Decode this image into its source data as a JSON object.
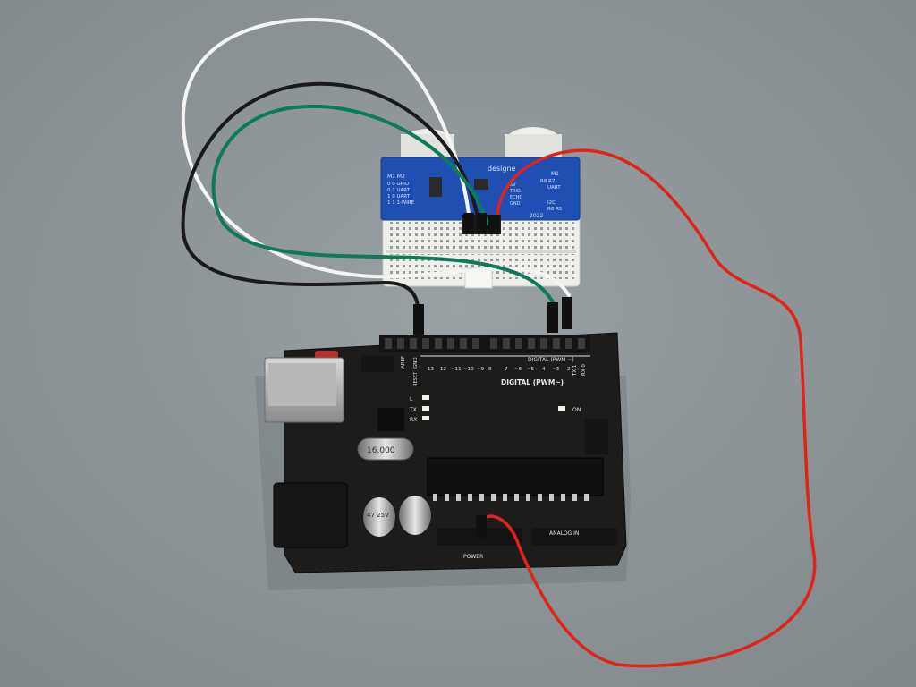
{
  "colors": {
    "table": "#8e9599",
    "table_shade": "#7d8589",
    "wire_white": "#f4f4f2",
    "wire_black": "#1a1a1a",
    "wire_green": "#0d7a5c",
    "wire_red": "#e0231b",
    "board_black": "#1e1c1b",
    "module_blue": "#1f4fb3",
    "breadboard": "#eeeeea",
    "silkscreen": "#e6e6e6"
  },
  "sensor_module": {
    "brand": "designe",
    "left_label_title": "M1  M2",
    "left_labels": [
      "0   0  GPIO",
      "0   1  UART",
      "1   0  UART",
      "1   1  1-WIRE"
    ],
    "right_label_title": "M1",
    "right_labels": [
      "R8 R7",
      "UART",
      "I2C",
      "R6 R5"
    ],
    "pins": [
      "5V",
      "TRIG",
      "ECHO",
      "GND"
    ],
    "year": "2022"
  },
  "arduino": {
    "header_digital": "DIGITAL (PWM ~)",
    "header_digital_2": "DIGITAL (PWM~)",
    "digital_pins": [
      "AREF",
      "GND",
      "13",
      "12",
      "~11",
      "~10",
      "~9",
      "8",
      "7",
      "~6",
      "~5",
      "4",
      "~3",
      "2",
      "TX 1",
      "RX 0"
    ],
    "led_labels": [
      "L",
      "TX",
      "RX"
    ],
    "on_label": "ON",
    "crystal_label": "16.000",
    "power_label": "POWER",
    "analog_label": "ANALOG IN",
    "cap_label": "47 25V",
    "reset_label": "RESET"
  }
}
